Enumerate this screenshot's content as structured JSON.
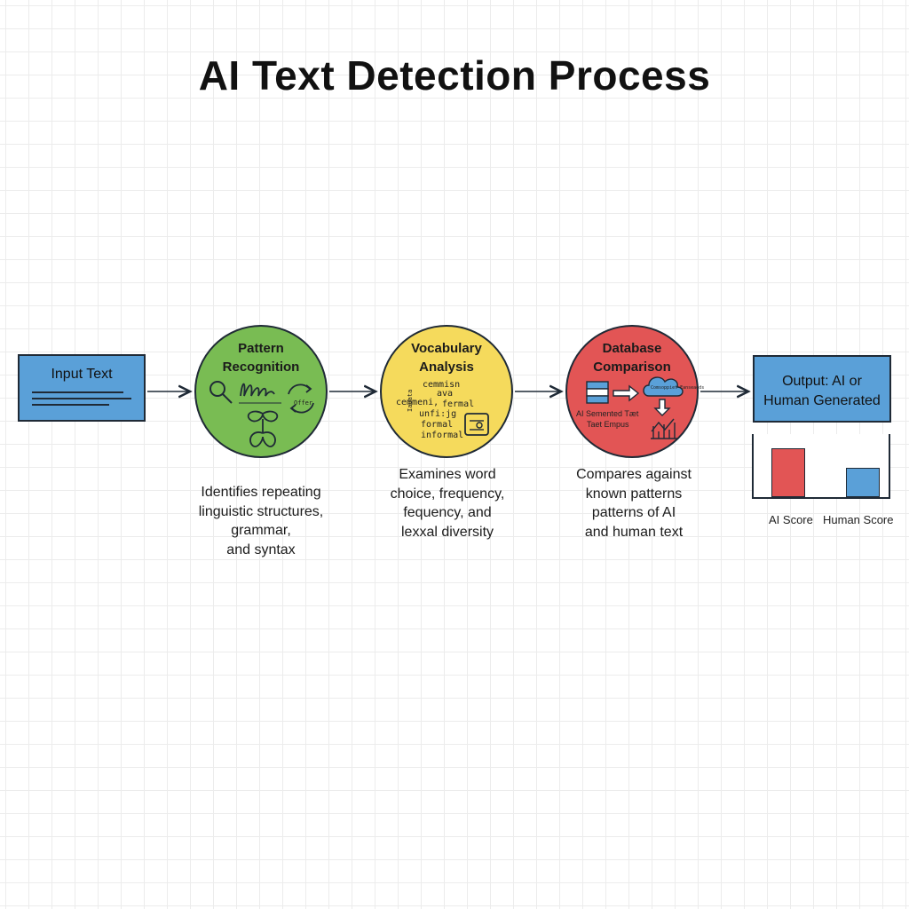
{
  "title": "AI Text Detection Process",
  "colors": {
    "input_box": "#5aa0d8",
    "pattern_circle": "#79bc53",
    "vocabulary_circle": "#f5da5c",
    "database_circle": "#e25555",
    "output_box": "#5aa0d8"
  },
  "steps": {
    "input": {
      "label": "Input Text"
    },
    "pattern": {
      "title_line1": "Pattern",
      "title_line2": "Recognition",
      "icon_text": "Offer",
      "desc": [
        "Identifies repeating",
        "linguistic structures,",
        "grammar,",
        "and syntax"
      ]
    },
    "vocabulary": {
      "title_line1": "Vocabulary",
      "title_line2": "Analysis",
      "words": [
        "cemmisn",
        "ava",
        "cemmeni,",
        "fermal",
        "unfi:jg",
        "formal",
        "informal",
        "Iauata"
      ],
      "desc": [
        "Examines word",
        "choice, frequency,",
        "fequency, and",
        "lexxal diversity"
      ]
    },
    "database": {
      "title_line1": "Database",
      "title_line2": "Comparison",
      "cloud_label": "Comsoppiet Eanseaeds",
      "icon_text_line1": "AI Semented Tæt",
      "icon_text_line2": "Taet Empus",
      "desc": [
        "Compares against",
        "known patterns",
        "patterns of AI",
        "and human text"
      ]
    },
    "output": {
      "label_line1": "Output: AI or",
      "label_line2": "Human Generated"
    }
  },
  "chart_data": {
    "type": "bar",
    "categories": [
      "AI Score",
      "Human Score"
    ],
    "values": [
      0.77,
      0.47
    ],
    "ylim": [
      0,
      1
    ],
    "colors": [
      "#e25555",
      "#5aa0d8"
    ]
  }
}
